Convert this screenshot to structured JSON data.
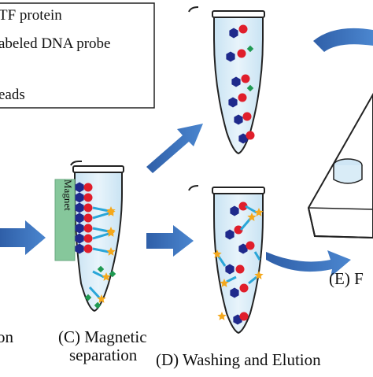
{
  "legend": {
    "items": [
      "TF protein",
      "abeled DNA probe",
      "eads"
    ]
  },
  "tube_labels": {
    "magnet": "Magnet"
  },
  "captions": {
    "left_partial": "on",
    "c_line1": "(C) Magnetic",
    "c_line2": "separation",
    "d": "(D) Washing and Elution",
    "e": "(E) F"
  },
  "colors": {
    "bead": "#1f2a8c",
    "protein": "#e01e2b",
    "dna_strand": "#2aa6d8",
    "star_label": "#f4a81c",
    "free_label": "#1f9a52",
    "tube_fill": "#d9ecf7",
    "arrow": "#3468b3",
    "magnet": "#86c79b"
  },
  "icons": [
    "magnetic-bead-icon",
    "tf-protein-icon",
    "dna-probe-icon",
    "fluorescent-label-icon",
    "flow-arrow-icon"
  ]
}
